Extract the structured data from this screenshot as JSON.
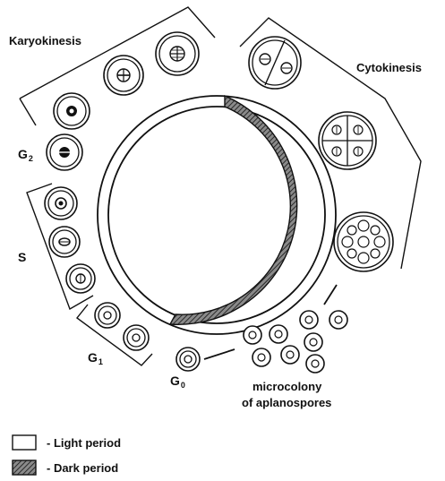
{
  "diagram": {
    "stages": {
      "karyokinesis": "Karyokinesis",
      "cytokinesis": "Cytokinesis",
      "g2": "G",
      "g2_sub": "2",
      "s": "S",
      "g1": "G",
      "g1_sub": "1",
      "g0": "G",
      "g0_sub": "0",
      "microcolony_line1": "microcolony",
      "microcolony_line2": "of aplanospores"
    },
    "legend": {
      "light": "- Light period",
      "dark": "- Dark period"
    },
    "colors": {
      "ink": "#111111",
      "dark_period": "#6b6b6b",
      "background": "#ffffff"
    }
  }
}
